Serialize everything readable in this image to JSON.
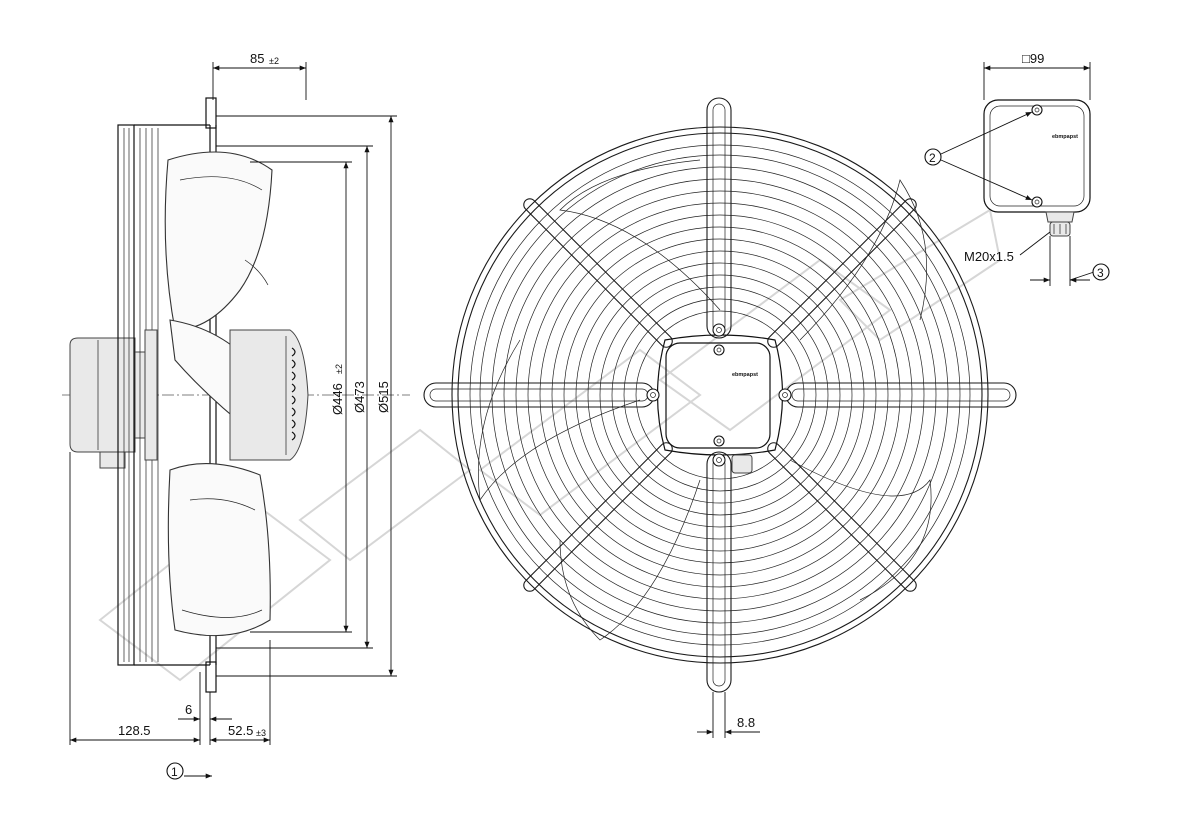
{
  "dimensions": {
    "top_offset": "85",
    "top_offset_tol": "±2",
    "guard_width": "□99",
    "dia_446": "Ø446",
    "dia_446_tol": "±2",
    "dia_473": "Ø473",
    "dia_515": "Ø515",
    "left_len": "128.5",
    "small_6": "6",
    "right_len": "52.5",
    "right_len_tol": "±3",
    "gap_88": "8.8",
    "thread": "M20x1.5"
  },
  "callouts": {
    "c1": "1",
    "c2": "2",
    "c3": "3"
  },
  "labels": {
    "brand_box": "ebmpapst",
    "brand_hub": "ebmpapst"
  }
}
